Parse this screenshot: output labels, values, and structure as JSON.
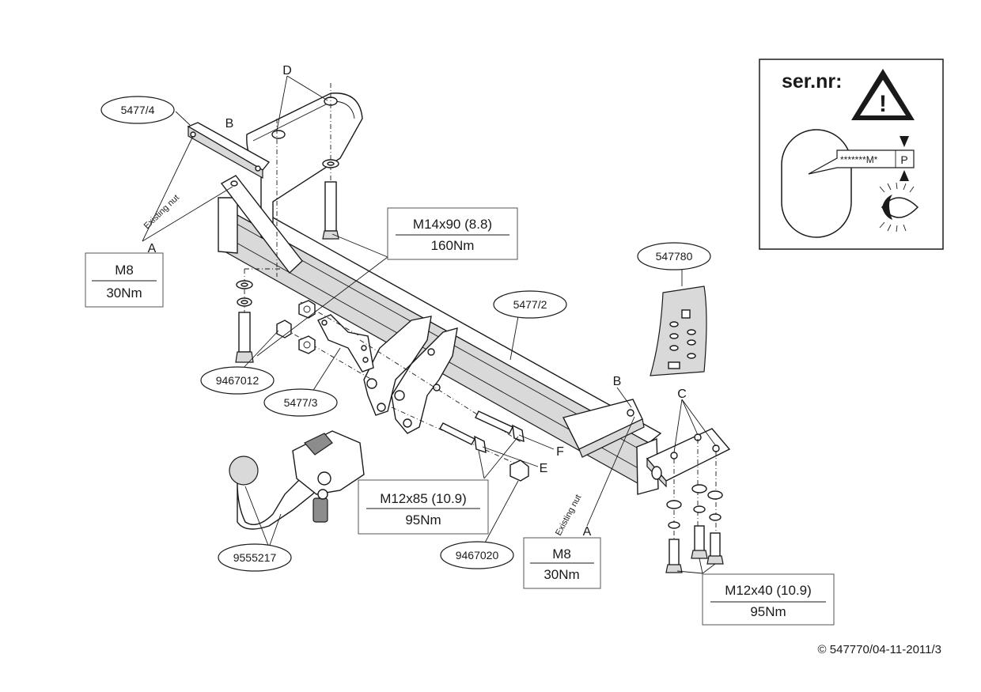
{
  "part_numbers": {
    "p5477_4": "5477/4",
    "p547780": "547780",
    "p5477_2": "5477/2",
    "p9467012": "9467012",
    "p5477_3": "5477/3",
    "p9555217": "9555217",
    "p9467020": "9467020"
  },
  "letters": {
    "d": "D",
    "b_left": "B",
    "a_left": "A",
    "b_right": "B",
    "c": "C",
    "f": "F",
    "e": "E",
    "a_right": "A"
  },
  "notes": {
    "existing_nut_left": "Existing nut",
    "existing_nut_right": "Existing nut"
  },
  "specs": {
    "m8_left": {
      "bolt": "M8",
      "torque": "30Nm"
    },
    "m14": {
      "bolt": "M14x90 (8.8)",
      "torque": "160Nm"
    },
    "m12x85": {
      "bolt": "M12x85 (10.9)",
      "torque": "95Nm"
    },
    "m8_right": {
      "bolt": "M8",
      "torque": "30Nm"
    },
    "m12x40": {
      "bolt": "M12x40 (10.9)",
      "torque": "95Nm"
    }
  },
  "serial_box": {
    "title": "ser.nr:",
    "plate_text": "*******M*",
    "plate_p": "P",
    "warning_symbol": "!"
  },
  "footer": {
    "copyright": "© 547770/04-11-2011/3"
  }
}
